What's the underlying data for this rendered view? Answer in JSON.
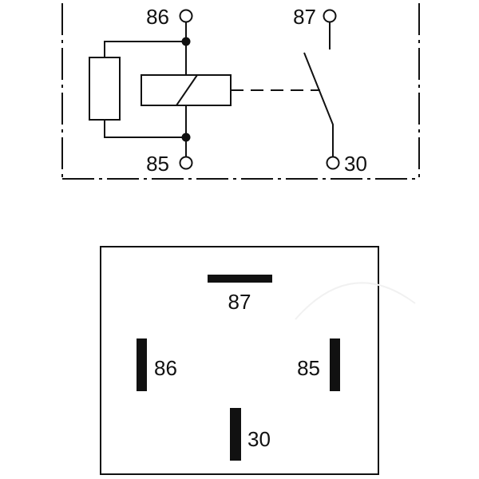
{
  "schematic": {
    "terminals": {
      "t86": "86",
      "t87": "87",
      "t85": "85",
      "t30": "30"
    }
  },
  "pinout": {
    "pins": {
      "p87": "87",
      "p86": "86",
      "p85": "85",
      "p30": "30"
    }
  },
  "colors": {
    "line": "#111111",
    "background": "#ffffff"
  }
}
